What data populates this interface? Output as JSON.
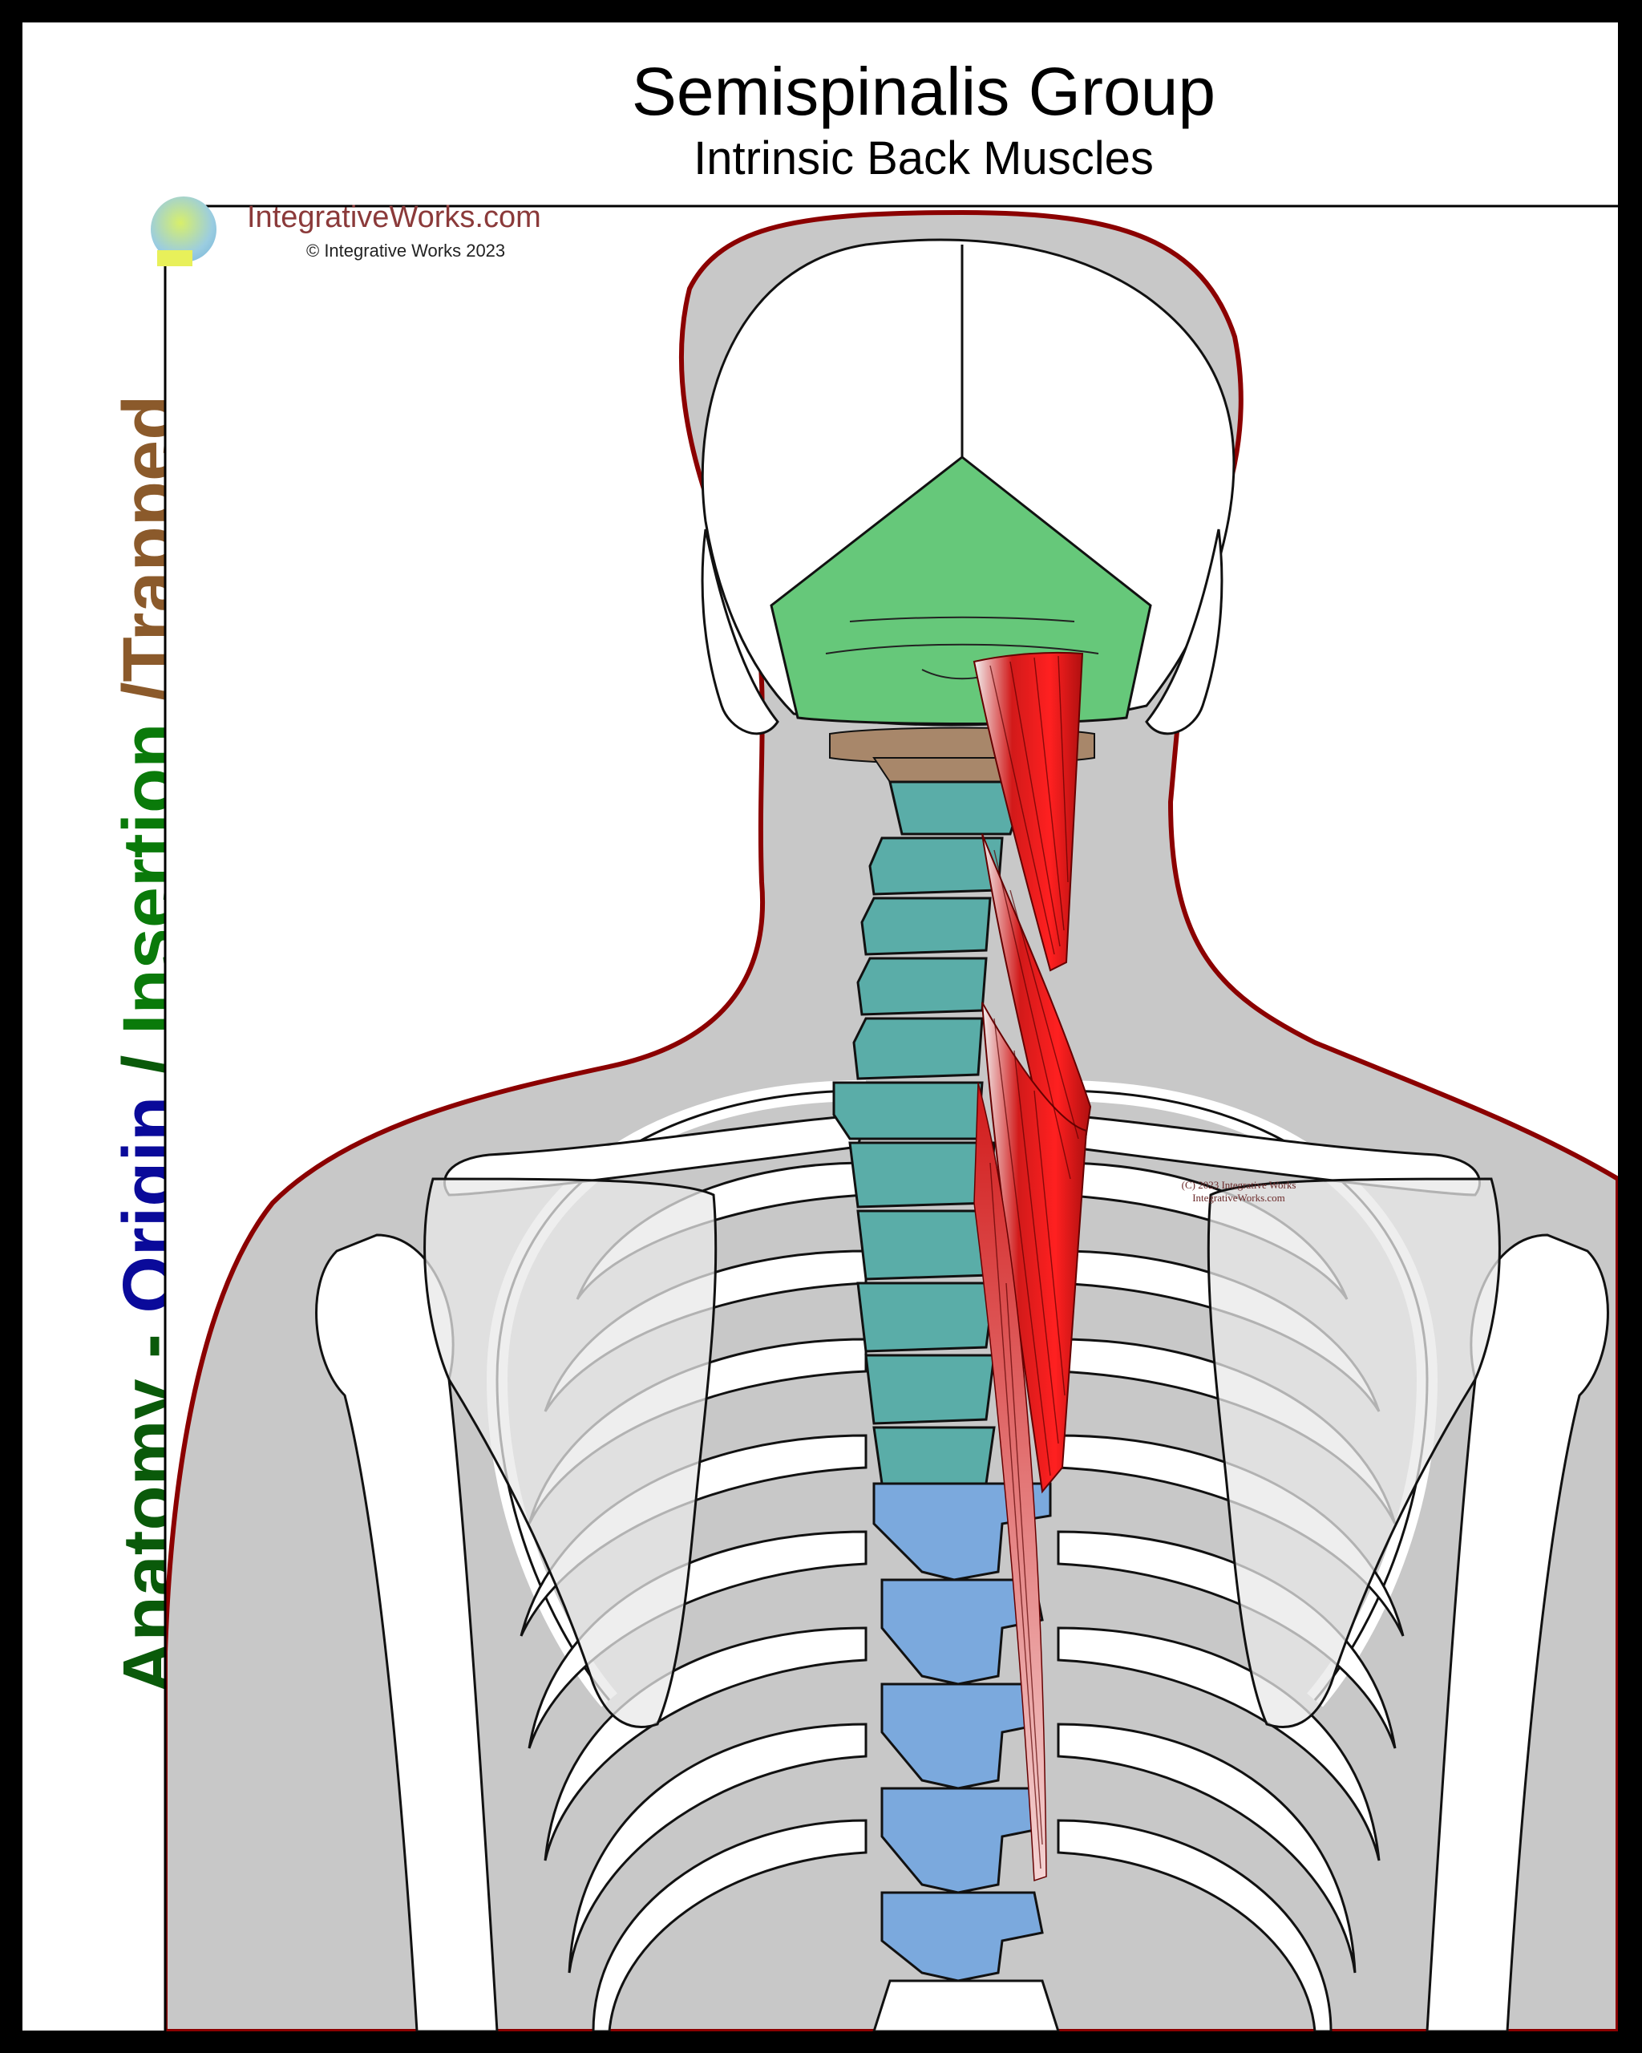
{
  "header": {
    "title": "Semispinalis Group",
    "subtitle": "Intrinsic Back Muscles"
  },
  "side_label": {
    "part1": "Anatomy - ",
    "part2": "Origin",
    "part3": " / ",
    "part4": "Insertion",
    "part5": " /Trapped",
    "colors": {
      "anatomy": "#0a5a0a",
      "origin": "#0a0a9a",
      "insertion": "#0a7a0a",
      "trapped": "#8b5a2b"
    }
  },
  "branding": {
    "site": "IntegrativeWorks.com",
    "copyright": "© Integrative Works 2023",
    "logo_icon": "vitruvian-logo-icon"
  },
  "watermark": {
    "line1": "(C) 2023 Integrative Works",
    "line2": "IntegrativeWorks.com"
  },
  "colors": {
    "body_fill": "#c8c8c8",
    "body_outline": "#8b0000",
    "occipital_insertion": "#66c87a",
    "cervical_vertebrae": "#5aada8",
    "thoracic_vertebrae": "#7ba9dd",
    "atlas_axis": "#a8876a",
    "muscle": "#e01010"
  }
}
